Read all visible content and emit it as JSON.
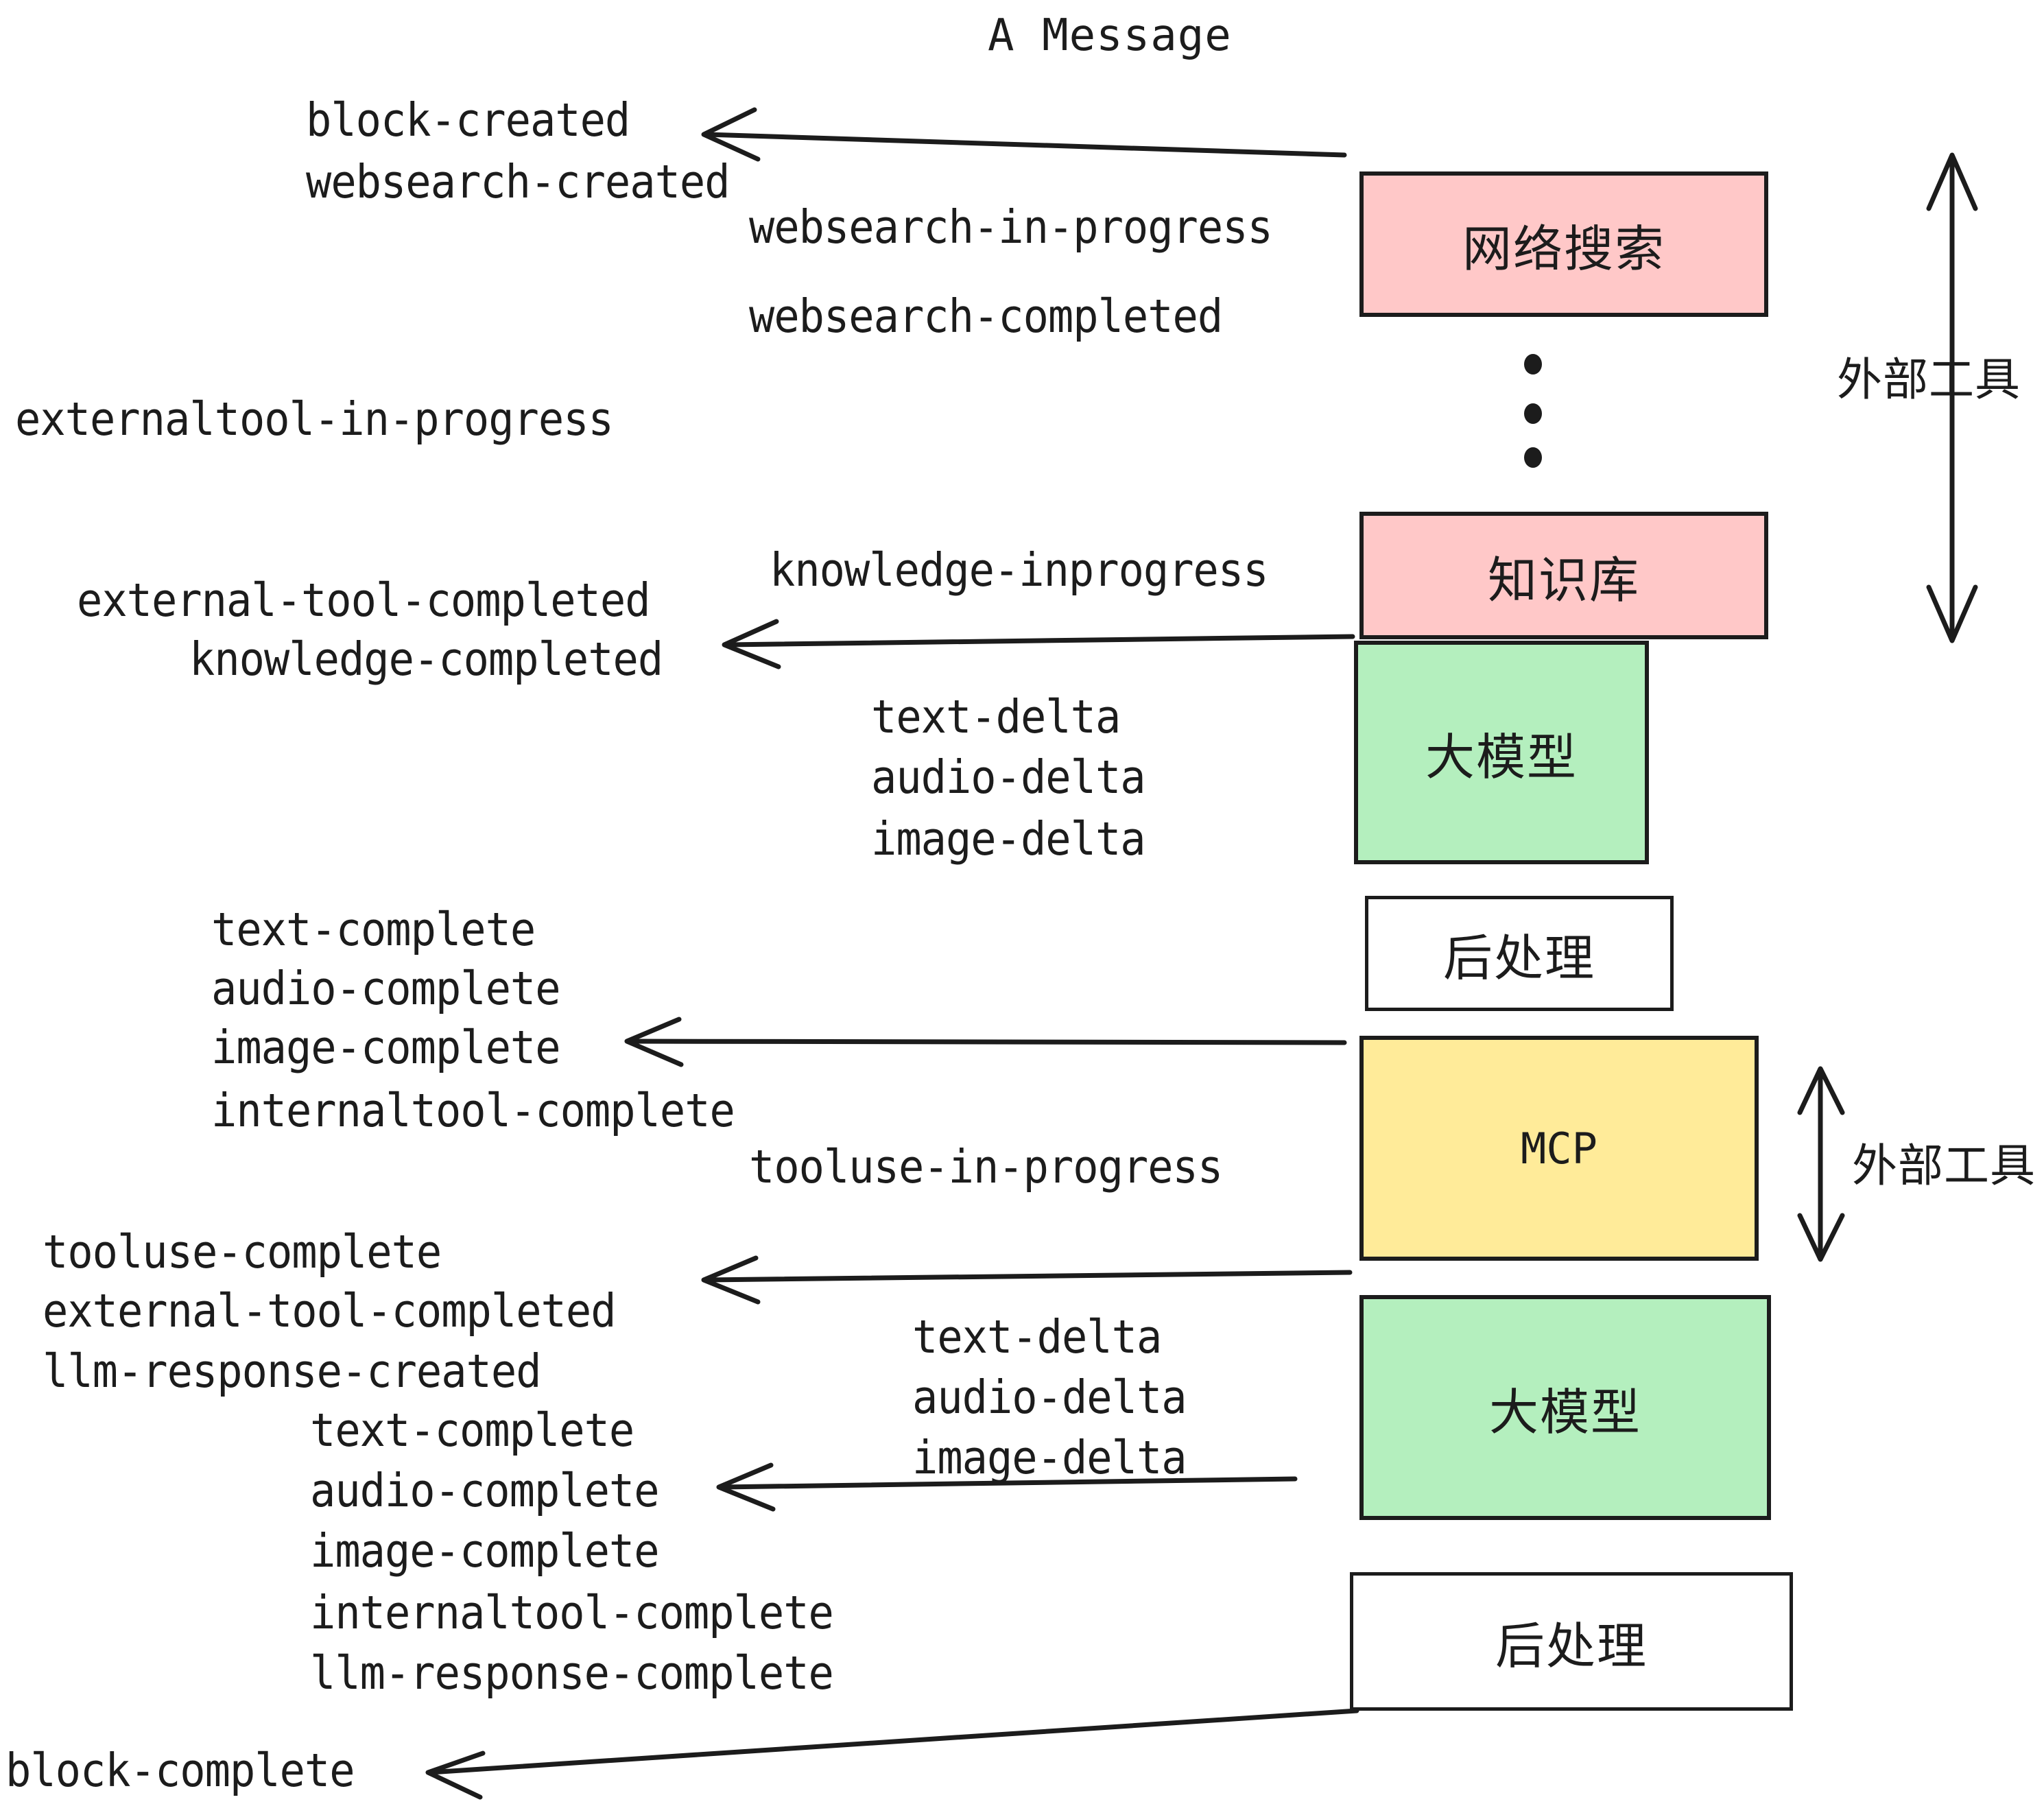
{
  "title": "A Message",
  "colors": {
    "pink": "#FFC8C8",
    "green": "#B4EFBE",
    "yellow": "#FFEB99",
    "white": "#FFFFFF",
    "stroke": "#1C1C1C",
    "text": "#1C1C1C",
    "background": "#FFFFFF"
  },
  "boxes": {
    "websearch": "网络搜索",
    "knowledge": "知识库",
    "llm_top": "大模型",
    "postprocess_top": "后处理",
    "mcp": "MCP",
    "llm_bottom": "大模型",
    "postprocess_bottom": "后处理"
  },
  "side_labels": {
    "external_tool_top": "外部工具",
    "external_tool_bottom": "外部工具"
  },
  "events": {
    "block_created": "block-created",
    "websearch_created": "websearch-created",
    "websearch_in_progress": "websearch-in-progress",
    "websearch_completed": "websearch-completed",
    "externaltool_in_progress": "externaltool-in-progress",
    "knowledge_inprogress": "knowledge-inprogress",
    "external_tool_completed_1": "external-tool-completed",
    "knowledge_completed": "knowledge-completed",
    "text_delta_1": "text-delta",
    "audio_delta_1": "audio-delta",
    "image_delta_1": "image-delta",
    "text_complete_1": "text-complete",
    "audio_complete_1": "audio-complete",
    "image_complete_1": "image-complete",
    "internaltool_complete_1": "internaltool-complete",
    "tooluse_in_progress": "tooluse-in-progress",
    "tooluse_complete": "tooluse-complete",
    "external_tool_completed_2": "external-tool-completed",
    "llm_response_created": "llm-response-created",
    "text_delta_2": "text-delta",
    "audio_delta_2": "audio-delta",
    "image_delta_2": "image-delta",
    "text_complete_2": "text-complete",
    "audio_complete_2": "audio-complete",
    "image_complete_2": "image-complete",
    "internaltool_complete_2": "internaltool-complete",
    "llm_response_complete": "llm-response-complete",
    "block_complete": "block-complete"
  }
}
